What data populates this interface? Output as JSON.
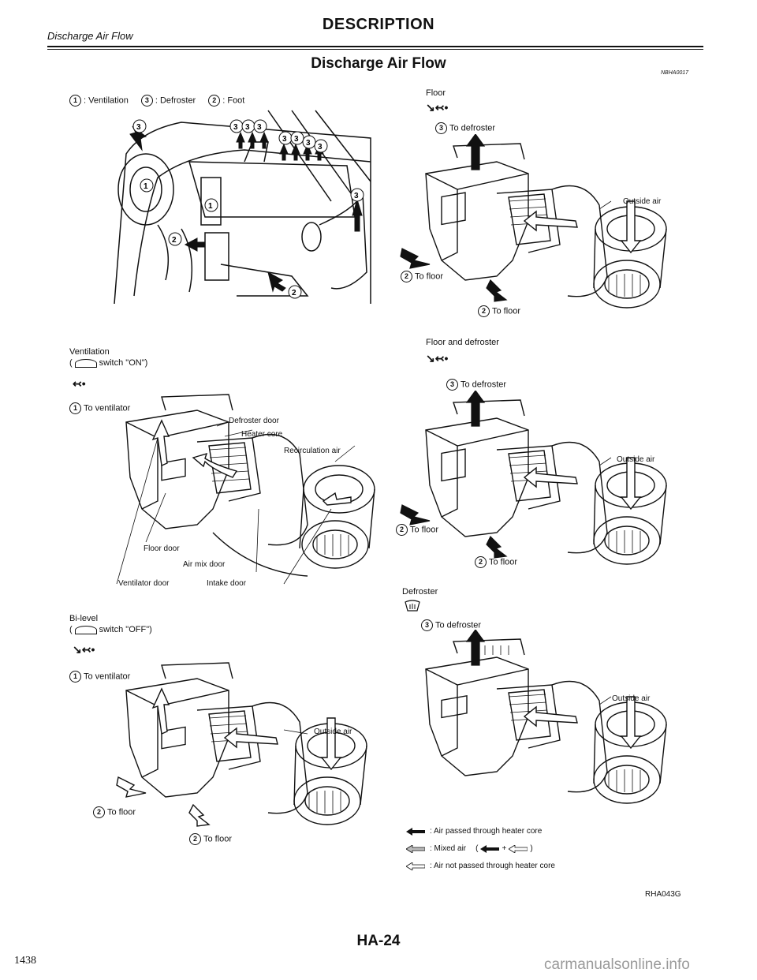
{
  "header": {
    "section_title": "DESCRIPTION",
    "running_head": "Discharge Air Flow",
    "page_title": "Discharge Air Flow",
    "ref_code": "NBHA0017"
  },
  "dash": {
    "legend": [
      {
        "num": "1",
        "label": ": Ventilation"
      },
      {
        "num": "3",
        "label": ": Defroster"
      },
      {
        "num": "2",
        "label": ": Foot"
      }
    ]
  },
  "ventilation": {
    "title": "Ventilation",
    "switch_text": "switch \"ON\")",
    "to_ventilator": "To ventilator",
    "defroster_door": "Defroster door",
    "heater_core": "Heater core",
    "recirculation_air": "Recirculation air",
    "floor_door": "Floor door",
    "air_mix_door": "Air mix door",
    "ventilator_door": "Ventilator door",
    "intake_door": "Intake door"
  },
  "bilevel": {
    "title": "Bi-level",
    "switch_text": "switch \"OFF\")",
    "to_ventilator": "To ventilator",
    "outside_air": "Outside air",
    "to_floor_1": "To floor",
    "to_floor_2": "To floor"
  },
  "floor": {
    "title": "Floor",
    "to_defroster": "To defroster",
    "outside_air": "Outside air",
    "to_floor_1": "To floor",
    "to_floor_2": "To floor"
  },
  "floor_defroster": {
    "title": "Floor and defroster",
    "to_defroster": "To defroster",
    "outside_air": "Outside air",
    "to_floor_1": "To floor",
    "to_floor_2": "To floor"
  },
  "defroster": {
    "title": "Defroster",
    "to_defroster": "To defroster",
    "outside_air": "Outside air"
  },
  "legend": {
    "item1": ": Air passed through heater core",
    "item2": ": Mixed air",
    "item3": ": Air not passed through heater core"
  },
  "figure_code": "RHA043G",
  "footer": {
    "page_code": "HA-24",
    "page_number": "1438",
    "watermark": "carmanualsonline.info"
  }
}
